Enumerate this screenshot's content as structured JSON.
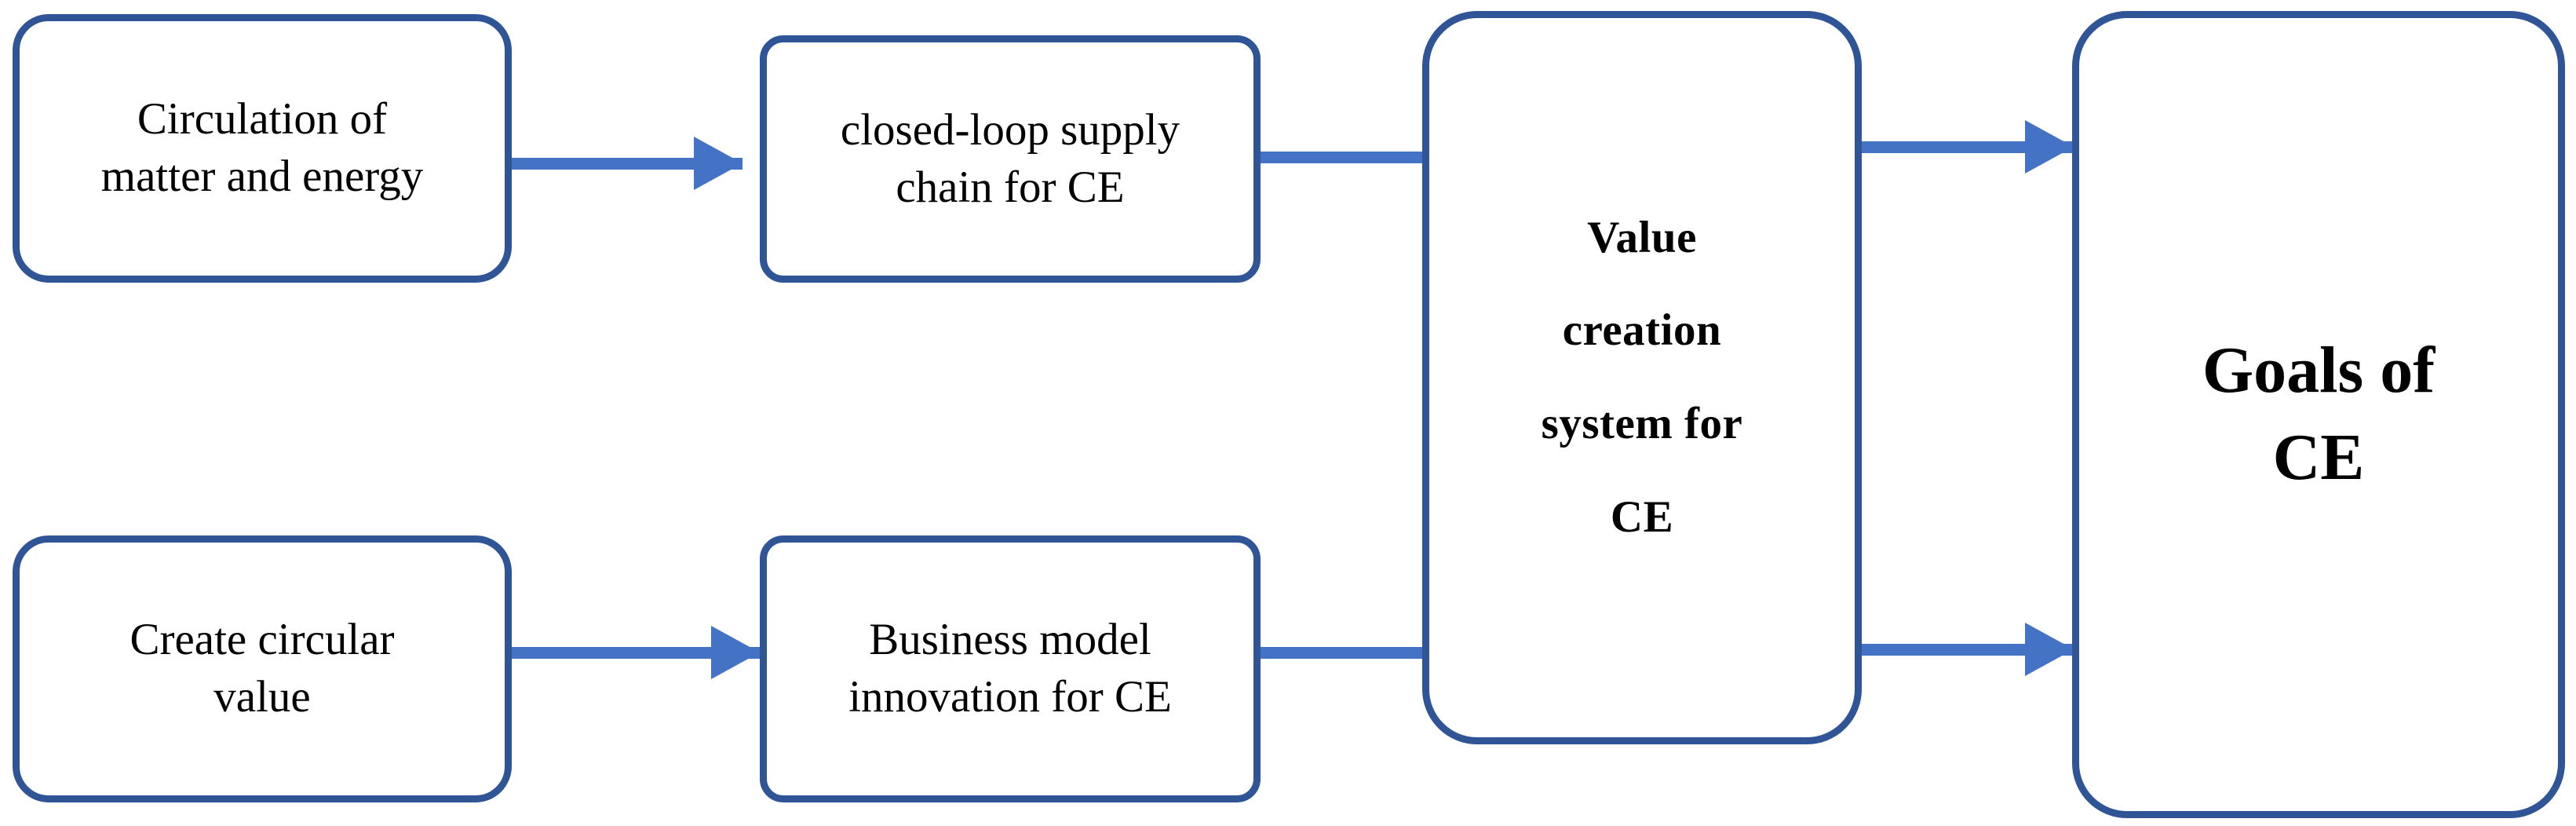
{
  "diagram": {
    "title": "Value creation system for CE flow diagram",
    "colors": {
      "node_border": "#2F5597",
      "connector": "#4472C4",
      "node_fill": "#FFFFFF",
      "text": "#000000"
    },
    "nodes": [
      {
        "id": "circulation",
        "label": "Circulation of matter and energy",
        "lines": [
          "Circulation of",
          "matter and energy"
        ],
        "emphasis": "regular"
      },
      {
        "id": "closed-loop-supply-chain",
        "label": "closed-loop supply chain for CE",
        "lines": [
          "closed-loop supply",
          "chain for CE"
        ],
        "emphasis": "regular"
      },
      {
        "id": "create-circular-value",
        "label": "Create circular value",
        "lines": [
          "Create circular",
          "value"
        ],
        "emphasis": "regular"
      },
      {
        "id": "business-model-innovation",
        "label": "Business model innovation for CE",
        "lines": [
          "Business model",
          "innovation for CE"
        ],
        "emphasis": "regular"
      },
      {
        "id": "value-creation-system",
        "label": "Value creation system for CE",
        "lines": [
          "Value",
          "creation",
          "system for",
          "CE"
        ],
        "emphasis": "bold"
      },
      {
        "id": "goals-of-ce",
        "label": "Goals of CE",
        "lines": [
          "Goals of",
          "CE"
        ],
        "emphasis": "bold-large"
      }
    ],
    "connectors": [
      {
        "id": "circulation-to-closed-loop",
        "from": "circulation",
        "to": "closed-loop-supply-chain",
        "arrowhead": true
      },
      {
        "id": "closed-loop-to-value-system",
        "from": "closed-loop-supply-chain",
        "to": "value-creation-system",
        "arrowhead": false
      },
      {
        "id": "value-system-to-goals-top",
        "from": "value-creation-system",
        "to": "goals-of-ce",
        "arrowhead": true
      },
      {
        "id": "create-value-to-business-model",
        "from": "create-circular-value",
        "to": "business-model-innovation",
        "arrowhead": true
      },
      {
        "id": "business-model-to-value-system",
        "from": "business-model-innovation",
        "to": "value-creation-system",
        "arrowhead": false
      },
      {
        "id": "value-system-to-goals-bottom",
        "from": "value-creation-system",
        "to": "goals-of-ce",
        "arrowhead": true
      }
    ]
  }
}
